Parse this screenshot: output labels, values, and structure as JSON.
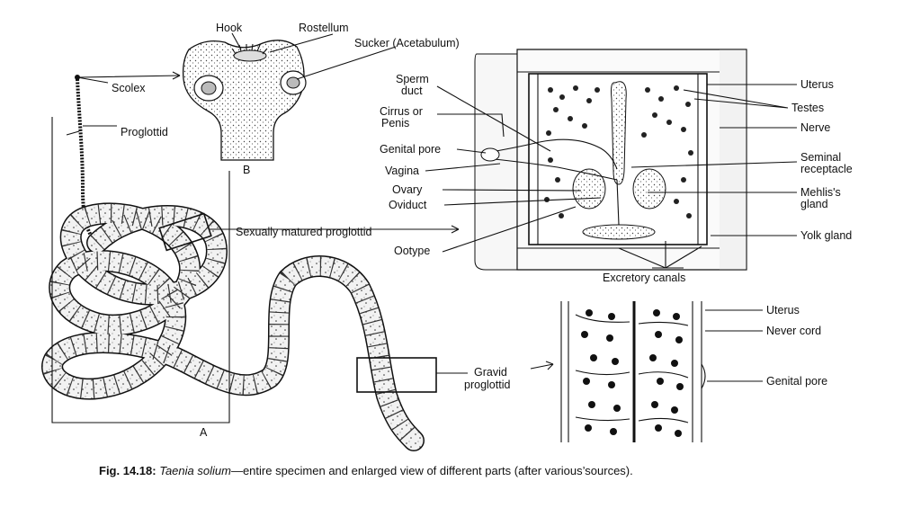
{
  "labels": {
    "hook": "Hook",
    "rostellum": "Rostellum",
    "sucker": "Sucker (Acetabulum)",
    "scolex": "Scolex",
    "proglottid": "Proglottid",
    "fig_b": "B",
    "fig_a": "A",
    "sexually_matured": "Sexually matured proglottid",
    "gravid_1": "Gravid",
    "gravid_2": "proglottid",
    "sperm_duct_1": "Sperm",
    "sperm_duct_2": "duct",
    "cirrus_1": "Cirrus or",
    "cirrus_2": "Penis",
    "genital_pore_top": "Genital pore",
    "vagina": "Vagina",
    "ovary": "Ovary",
    "oviduct": "Oviduct",
    "ootype": "Ootype",
    "excretory": "Excretory canals",
    "uterus_top": "Uterus",
    "testes": "Testes",
    "nerve": "Nerve",
    "seminal_1": "Seminal",
    "seminal_2": "receptacle",
    "mehlis_1": "Mehlis's",
    "mehlis_2": "gland",
    "yolk": "Yolk gland",
    "uterus_bottom": "Uterus",
    "never_cord": "Never cord",
    "genital_pore_bottom": "Genital pore"
  },
  "caption": {
    "prefix": "Fig. 14.18:",
    "species": "Taenia solium",
    "rest": "—entire specimen and enlarged view of different parts (after various’sources)."
  }
}
